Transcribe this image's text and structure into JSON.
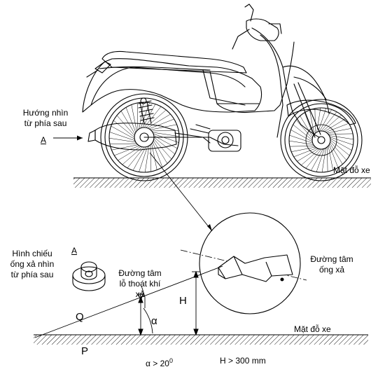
{
  "labels": {
    "view_direction_line1": "Hướng nhìn",
    "view_direction_line2": "từ phía sau",
    "view_marker": "A",
    "ground_top": "Mặt đỗ xe",
    "projection_line1": "Hình chiếu",
    "projection_line2": "ống xả nhìn",
    "projection_line3": "từ phía sau",
    "projection_marker": "A",
    "outlet_center_line1": "Đường tâm",
    "outlet_center_line2": "lỗ thoát khí",
    "outlet_center_line3": "xả",
    "pipe_center_line1": "Đường tâm",
    "pipe_center_line2": "ống xả",
    "height_symbol": "H",
    "angle_symbol": "α",
    "point_q": "Q",
    "point_p": "P",
    "ground_bottom": "Mặt đỗ xe",
    "angle_condition": "α > 20",
    "angle_degree": "0",
    "height_condition": "H > 300 mm"
  }
}
